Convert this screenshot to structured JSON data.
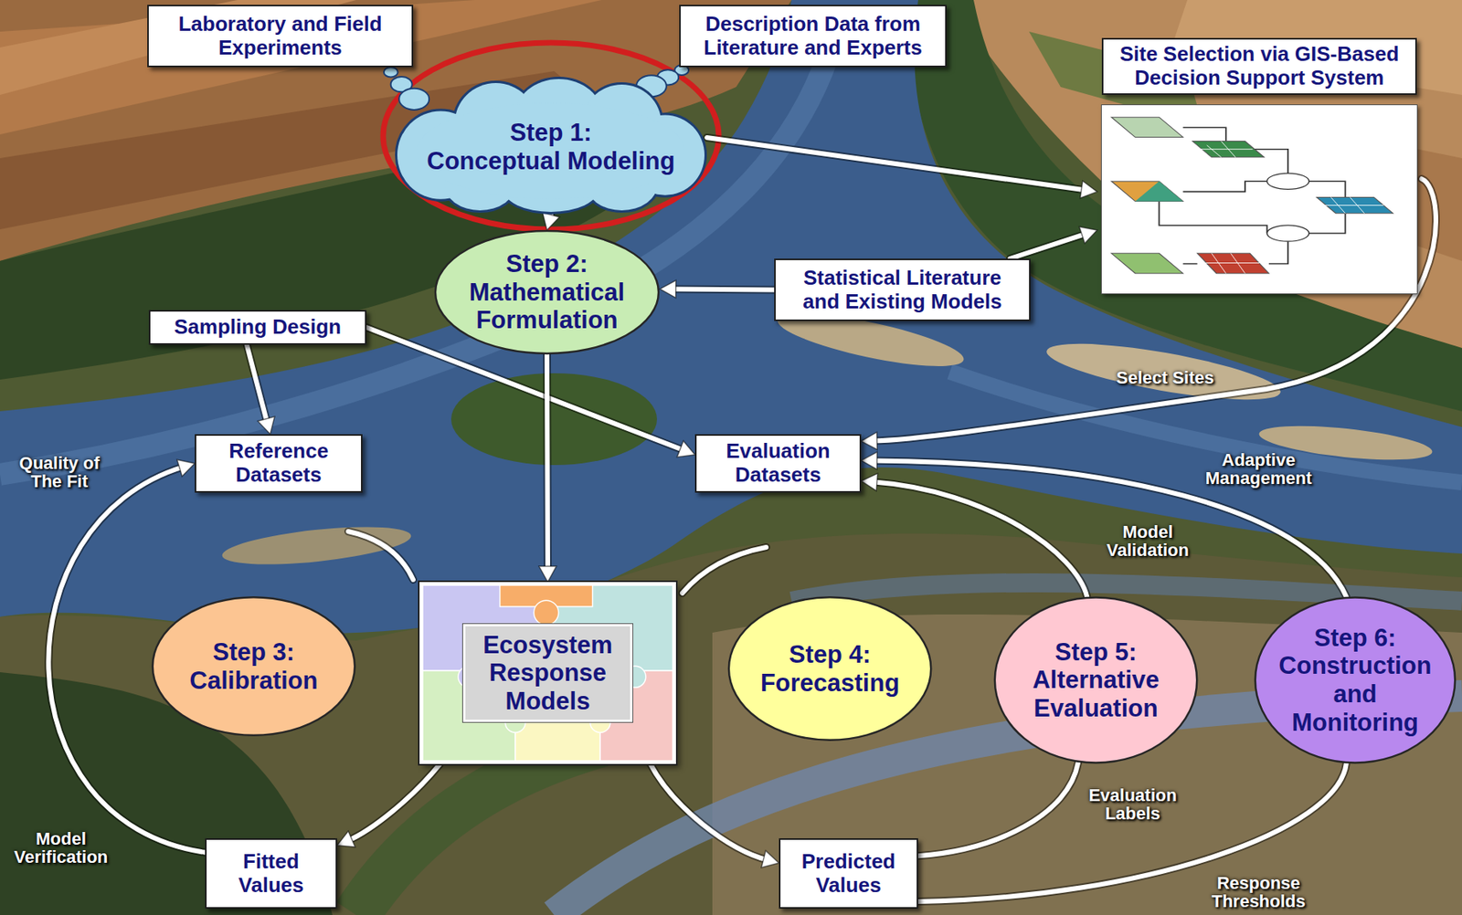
{
  "diagram": {
    "nodes": [
      {
        "text": [
          "Laboratory and Field Experiments"
        ]
      },
      {
        "text": [
          "Description Data from Literature and Experts"
        ]
      },
      {
        "text": [
          "Step 1:",
          "Conceptual Modeling"
        ]
      },
      {
        "text": [
          "Site Selection via GIS-Based Decision Support System"
        ]
      },
      {
        "text": [
          "Step 2:",
          "Mathematical Formulation"
        ]
      },
      {
        "text": [
          "Statistical Literature and Existing Models"
        ]
      },
      {
        "text": [
          "Sampling Design"
        ]
      },
      {
        "text": [
          "Reference Datasets"
        ]
      },
      {
        "text": [
          "Evaluation Datasets"
        ]
      },
      {
        "text": [
          "Ecosystem Response Models"
        ]
      },
      {
        "text": [
          "Step 3:",
          "Calibration"
        ]
      },
      {
        "text": [
          "Step 4:",
          "Forecasting"
        ]
      },
      {
        "text": [
          "Step 5:",
          "Alternative Evaluation"
        ]
      },
      {
        "text": [
          "Step 6:",
          "Construction and Monitoring"
        ]
      },
      {
        "text": [
          "Fitted Values"
        ]
      },
      {
        "text": [
          "Predicted Values"
        ]
      }
    ],
    "edges": [
      {
        "from": 0,
        "to": 2,
        "arrow": "none"
      },
      {
        "from": 1,
        "to": 2,
        "arrow": "none"
      },
      {
        "from": 2,
        "to": 4,
        "arrow": "to"
      },
      {
        "from": 2,
        "to": 3,
        "arrow": "to"
      },
      {
        "from": 5,
        "to": 4,
        "arrow": "to"
      },
      {
        "from": 5,
        "to": 3,
        "arrow": "to"
      },
      {
        "from": 3,
        "to": 8,
        "label": "Select Sites",
        "arrow": "to"
      },
      {
        "from": 6,
        "to": 7,
        "arrow": "to"
      },
      {
        "from": 6,
        "to": 8,
        "arrow": "to"
      },
      {
        "from": 4,
        "to": 9,
        "arrow": "to"
      },
      {
        "from": 9,
        "to": 14,
        "arrow": "to"
      },
      {
        "from": 9,
        "to": 15,
        "arrow": "to"
      },
      {
        "from": 14,
        "to": 7,
        "label": "Quality of The Fit",
        "arrow": "to"
      },
      {
        "from": 15,
        "to": 12,
        "label": "Evaluation Labels",
        "arrow": "none"
      },
      {
        "from": 12,
        "to": 8,
        "label": "Model Validation",
        "arrow": "to"
      },
      {
        "from": 15,
        "to": 13,
        "label": "Response Thresholds",
        "arrow": "none"
      },
      {
        "from": 13,
        "to": 8,
        "label": "Adaptive Management",
        "arrow": "to"
      }
    ],
    "labels": [
      "Model Verification"
    ]
  }
}
